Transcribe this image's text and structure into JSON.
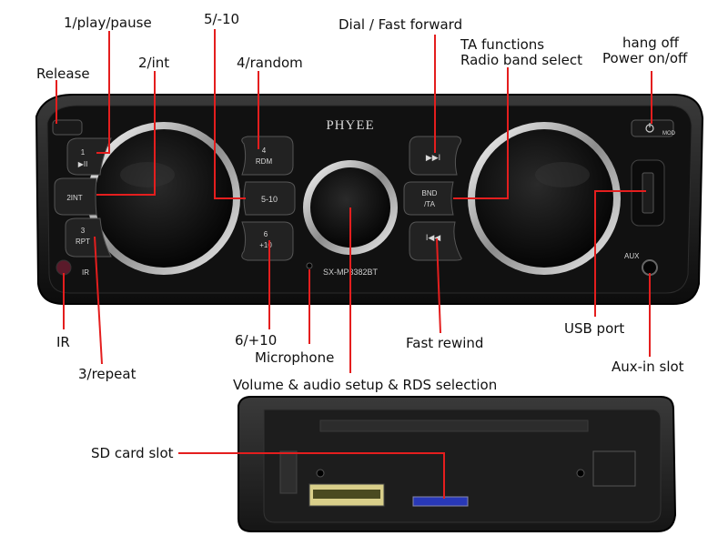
{
  "labels": {
    "release": "Release",
    "play_pause": "1/play/pause",
    "int": "2/int",
    "minus10": "5/-10",
    "random": "4/random",
    "dial_ff": "Dial / Fast forward",
    "ta_functions": "TA functions",
    "radio_band": "Radio band select",
    "hang_off": "hang off",
    "power": "Power on/off",
    "ir": "IR",
    "repeat": "3/repeat",
    "plus10": "6/+10",
    "microphone": "Microphone",
    "volume": "Volume & audio setup & RDS selection",
    "fast_rewind": "Fast rewind",
    "usb_port": "USB port",
    "aux_in": "Aux-in slot",
    "sd_card": "SD card slot"
  },
  "device": {
    "brand": "PHYEE",
    "model": "SX-MP3382BT",
    "buttons": {
      "b1_num": "1",
      "b1_sym": "▶II",
      "b2": "2INT",
      "b3_num": "3",
      "b3_txt": "RPT",
      "b4_num": "4",
      "b4_txt": "RDM",
      "b5": "5-10",
      "b6_num": "6",
      "b6_txt": "+10",
      "ff": "▶▶I",
      "bnd_1": "BND",
      "bnd_2": "/TA",
      "rew": "I◀◀"
    },
    "ir_text": "IR",
    "aux_text": "AUX",
    "mod_text": "MOD"
  },
  "colors": {
    "callout": "#e41e1e",
    "panel": "#151515"
  }
}
